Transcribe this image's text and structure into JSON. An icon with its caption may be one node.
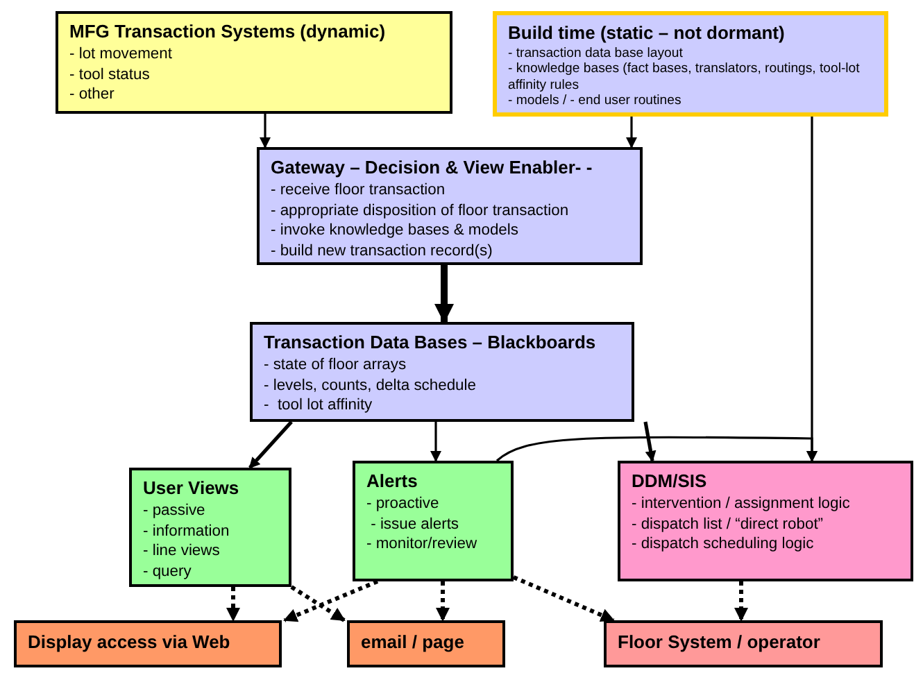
{
  "diagram": {
    "nodes": [
      {
        "text": [
          "MFG Transaction Systems (dynamic)",
          "- lot movement",
          "- tool status",
          "- other"
        ]
      },
      {
        "text": [
          "Build time (static – not dormant)",
          "- transaction data base layout",
          "- knowledge bases (fact bases, translators, routings, tool-lot affinity rules",
          "- models / - end user routines"
        ]
      },
      {
        "text": [
          "Gateway – Decision & View Enabler- -",
          "- receive floor transaction",
          "- appropriate disposition of floor transaction",
          "- invoke knowledge bases & models",
          "- build new transaction record(s)"
        ]
      },
      {
        "text": [
          "Transaction Data Bases – Blackboards",
          "- state of floor arrays",
          "- levels, counts, delta schedule",
          "-  tool lot affinity"
        ]
      },
      {
        "text": [
          "User Views",
          "- passive",
          "- information",
          "- line views",
          "- query"
        ]
      },
      {
        "text": [
          "Alerts",
          "- proactive",
          " - issue alerts",
          "- monitor/review"
        ]
      },
      {
        "text": [
          "DDM/SIS",
          "- intervention / assignment logic",
          "- dispatch list / “direct robot”",
          "- dispatch scheduling logic"
        ]
      },
      {
        "text": [
          "Display access via Web"
        ]
      },
      {
        "text": [
          "email / page"
        ]
      },
      {
        "text": [
          "Floor System / operator"
        ]
      }
    ],
    "edges": [
      {
        "from": 0,
        "to": 2,
        "arrow": "to"
      },
      {
        "from": 1,
        "to": 2,
        "arrow": "to"
      },
      {
        "from": 1,
        "to": 6,
        "arrow": "to"
      },
      {
        "from": 2,
        "to": 3,
        "arrow": "to",
        "style": "thick"
      },
      {
        "from": 3,
        "to": 4,
        "arrow": "to"
      },
      {
        "from": 3,
        "to": 5,
        "arrow": "to"
      },
      {
        "from": 3,
        "to": 6,
        "arrow": "to"
      },
      {
        "from": 5,
        "to": 6,
        "arrow": "to"
      },
      {
        "from": 4,
        "to": 7,
        "arrow": "to",
        "style": "dashed"
      },
      {
        "from": 4,
        "to": 8,
        "arrow": "to",
        "style": "dashed"
      },
      {
        "from": 5,
        "to": 7,
        "arrow": "to",
        "style": "dashed"
      },
      {
        "from": 5,
        "to": 8,
        "arrow": "to",
        "style": "dashed"
      },
      {
        "from": 5,
        "to": 9,
        "arrow": "to",
        "style": "dashed"
      },
      {
        "from": 6,
        "to": 9,
        "arrow": "to",
        "style": "dashed"
      }
    ]
  }
}
